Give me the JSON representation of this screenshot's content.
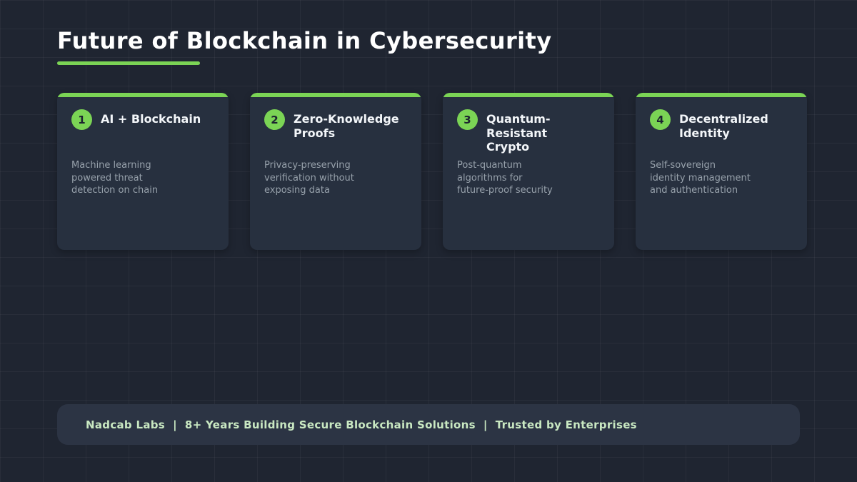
{
  "theme": {
    "background": "#1f2531",
    "card_background": "#27303f",
    "accent_green": "#7bd455",
    "footer_background": "#2c3444",
    "footer_text_color": "#c9e8c2",
    "title_color": "#ffffff",
    "description_color": "#97a1ab"
  },
  "header": {
    "title": "Future of Blockchain in Cybersecurity"
  },
  "cards": [
    {
      "number": "1",
      "title": "AI + Blockchain",
      "description": "Machine learning\npowered threat\ndetection on chain"
    },
    {
      "number": "2",
      "title": "Zero-Knowledge\nProofs",
      "description": "Privacy-preserving\nverification without\nexposing data"
    },
    {
      "number": "3",
      "title": "Quantum-Resistant\nCrypto",
      "description": "Post-quantum\nalgorithms for\nfuture-proof security"
    },
    {
      "number": "4",
      "title": "Decentralized\nIdentity",
      "description": "Self-sovereign\nidentity management\nand authentication"
    }
  ],
  "footer": {
    "text": "Nadcab Labs  |  8+ Years Building Secure Blockchain Solutions  |  Trusted by Enterprises"
  }
}
